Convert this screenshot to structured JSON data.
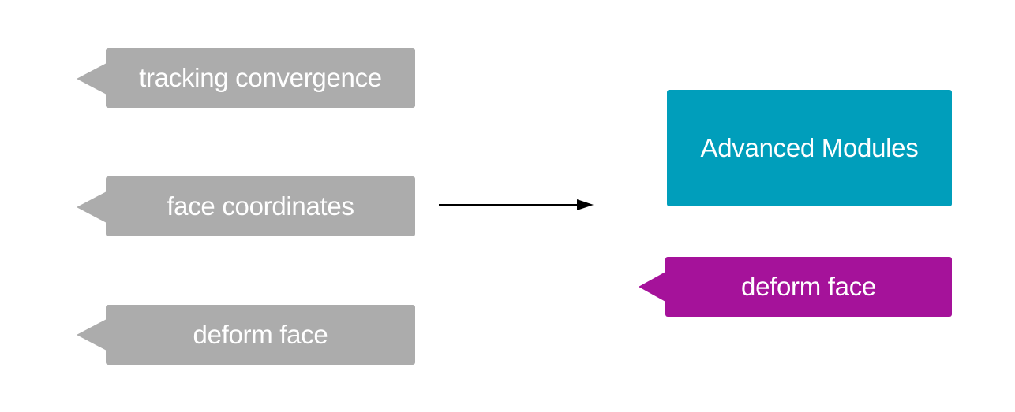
{
  "left_blocks": [
    {
      "label": "tracking convergence"
    },
    {
      "label": "face coordinates"
    },
    {
      "label": "deform face"
    }
  ],
  "target": {
    "label": "Advanced Modules",
    "color": "#009ebb"
  },
  "result_block": {
    "label": "deform face",
    "color": "#a5129a"
  },
  "block_color": "#acacac"
}
